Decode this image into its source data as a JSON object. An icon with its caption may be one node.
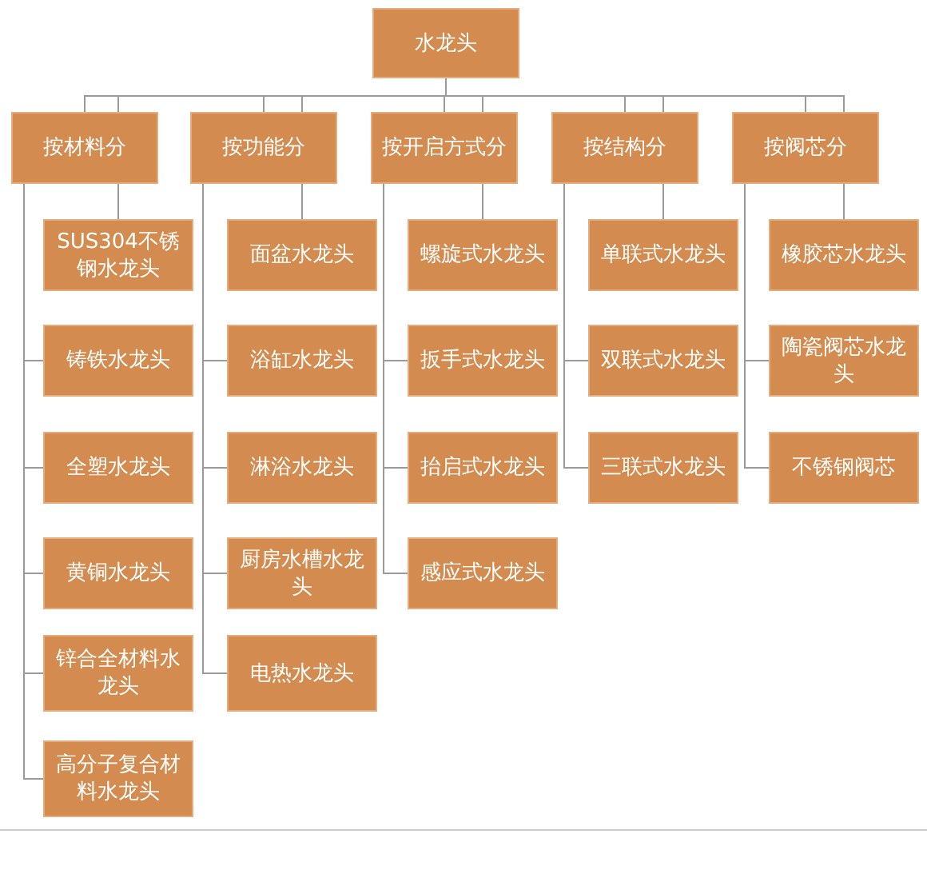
{
  "diagram": {
    "nodes": [
      {
        "text": [
          "水龙头"
        ]
      },
      {
        "text": [
          "按材料分"
        ]
      },
      {
        "text": [
          "按功能分"
        ]
      },
      {
        "text": [
          "按开启方式分"
        ]
      },
      {
        "text": [
          "按结构分"
        ]
      },
      {
        "text": [
          "按阀芯分"
        ]
      },
      {
        "text": [
          "SUS304不锈钢水龙头"
        ]
      },
      {
        "text": [
          "铸铁水龙头"
        ]
      },
      {
        "text": [
          "全塑水龙头"
        ]
      },
      {
        "text": [
          "黄铜水龙头"
        ]
      },
      {
        "text": [
          "锌合全材料水龙头"
        ]
      },
      {
        "text": [
          "高分子复合材料水龙头"
        ]
      },
      {
        "text": [
          "面盆水龙头"
        ]
      },
      {
        "text": [
          "浴缸水龙头"
        ]
      },
      {
        "text": [
          "淋浴水龙头"
        ]
      },
      {
        "text": [
          "厨房水槽水龙头"
        ]
      },
      {
        "text": [
          "电热水龙头"
        ]
      },
      {
        "text": [
          "螺旋式水龙头"
        ]
      },
      {
        "text": [
          "扳手式水龙头"
        ]
      },
      {
        "text": [
          "抬启式水龙头"
        ]
      },
      {
        "text": [
          "感应式水龙头"
        ]
      },
      {
        "text": [
          "单联式水龙头"
        ]
      },
      {
        "text": [
          "双联式水龙头"
        ]
      },
      {
        "text": [
          "三联式水龙头"
        ]
      },
      {
        "text": [
          "橡胶芯水龙头"
        ]
      },
      {
        "text": [
          "陶瓷阀芯水龙头"
        ]
      },
      {
        "text": [
          "不锈钢阀芯"
        ]
      }
    ],
    "edges": [
      {
        "from": 0,
        "to": 1,
        "arrow": "none"
      },
      {
        "from": 0,
        "to": 2,
        "arrow": "none"
      },
      {
        "from": 0,
        "to": 3,
        "arrow": "none"
      },
      {
        "from": 0,
        "to": 4,
        "arrow": "none"
      },
      {
        "from": 0,
        "to": 5,
        "arrow": "none"
      },
      {
        "from": 1,
        "to": 6,
        "arrow": "none"
      },
      {
        "from": 1,
        "to": 7,
        "arrow": "none"
      },
      {
        "from": 1,
        "to": 8,
        "arrow": "none"
      },
      {
        "from": 1,
        "to": 9,
        "arrow": "none"
      },
      {
        "from": 1,
        "to": 10,
        "arrow": "none"
      },
      {
        "from": 1,
        "to": 11,
        "arrow": "none"
      },
      {
        "from": 2,
        "to": 12,
        "arrow": "none"
      },
      {
        "from": 2,
        "to": 13,
        "arrow": "none"
      },
      {
        "from": 2,
        "to": 14,
        "arrow": "none"
      },
      {
        "from": 2,
        "to": 15,
        "arrow": "none"
      },
      {
        "from": 2,
        "to": 16,
        "arrow": "none"
      },
      {
        "from": 3,
        "to": 17,
        "arrow": "none"
      },
      {
        "from": 3,
        "to": 18,
        "arrow": "none"
      },
      {
        "from": 3,
        "to": 19,
        "arrow": "none"
      },
      {
        "from": 3,
        "to": 20,
        "arrow": "none"
      },
      {
        "from": 4,
        "to": 21,
        "arrow": "none"
      },
      {
        "from": 4,
        "to": 22,
        "arrow": "none"
      },
      {
        "from": 4,
        "to": 23,
        "arrow": "none"
      },
      {
        "from": 5,
        "to": 24,
        "arrow": "none"
      },
      {
        "from": 5,
        "to": 25,
        "arrow": "none"
      },
      {
        "from": 5,
        "to": 26,
        "arrow": "none"
      }
    ]
  }
}
